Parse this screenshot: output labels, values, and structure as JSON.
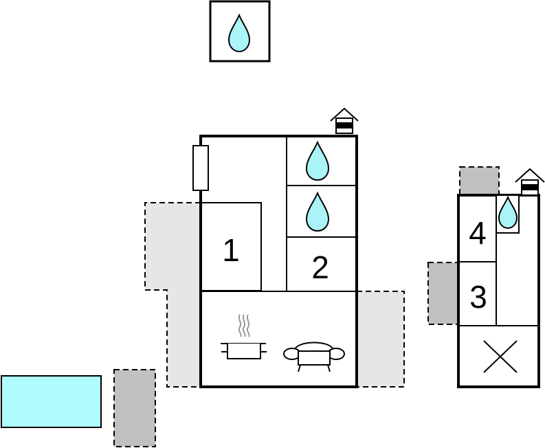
{
  "colors": {
    "outline": "#000000",
    "water": "#aaf3f7",
    "pool": "#b0fdff",
    "terrace_light": "#e6e6e6",
    "terrace_dark": "#c0c0c0",
    "steam": "#999999"
  },
  "icons": {
    "water": "water-drop-icon",
    "chimney": "chimney-icon",
    "pot": "cooking-pot-icon",
    "sofa": "sofa-icon",
    "cross": "cross-icon"
  },
  "rooms": {
    "bedroom_1": "1",
    "bedroom_2": "2",
    "bedroom_3": "3",
    "bedroom_4": "4"
  }
}
